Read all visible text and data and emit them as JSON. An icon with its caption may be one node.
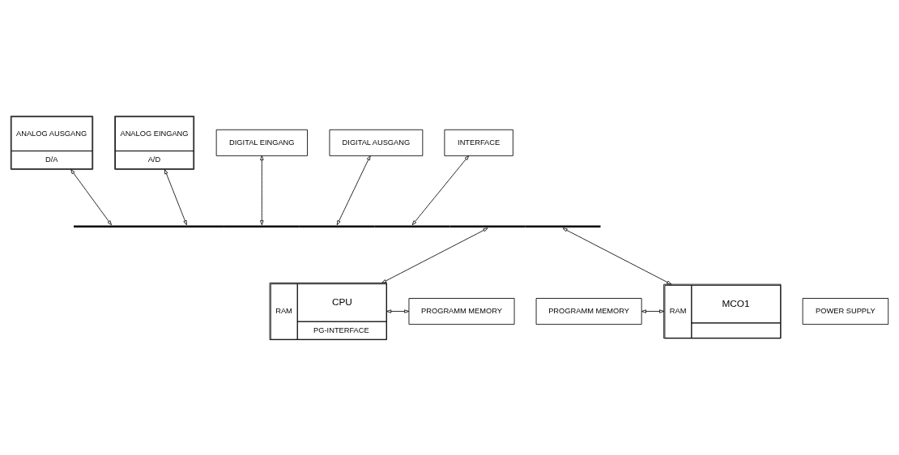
{
  "diagram": {
    "nodes": [
      {
        "text": [
          "ANALOG AUSGANG",
          "D/A"
        ]
      },
      {
        "text": [
          "ANALOG EINGANG",
          "A/D"
        ]
      },
      {
        "text": [
          "DIGITAL EINGANG"
        ]
      },
      {
        "text": [
          "DIGITAL AUSGANG"
        ]
      },
      {
        "text": [
          "INTERFACE"
        ]
      },
      {
        "text": [],
        "shape": "bar"
      },
      {
        "text": [
          "RAM",
          "CPU",
          "PG-INTERFACE"
        ]
      },
      {
        "text": [
          "PROGRAMM MEMORY"
        ]
      },
      {
        "text": [
          "PROGRAMM MEMORY"
        ]
      },
      {
        "text": [
          "RAM",
          "MCO1"
        ]
      },
      {
        "text": [
          "POWER SUPPLY"
        ]
      }
    ],
    "edges": [
      {
        "from": 0,
        "to": 5,
        "arrow": "both"
      },
      {
        "from": 1,
        "to": 5,
        "arrow": "both"
      },
      {
        "from": 2,
        "to": 5,
        "arrow": "both"
      },
      {
        "from": 3,
        "to": 5,
        "arrow": "both"
      },
      {
        "from": 4,
        "to": 5,
        "arrow": "both"
      },
      {
        "from": 5,
        "to": 6,
        "arrow": "both"
      },
      {
        "from": 6,
        "to": 7,
        "arrow": "both"
      },
      {
        "from": 8,
        "to": 9,
        "arrow": "both"
      },
      {
        "from": 5,
        "to": 9,
        "arrow": "both"
      }
    ]
  }
}
